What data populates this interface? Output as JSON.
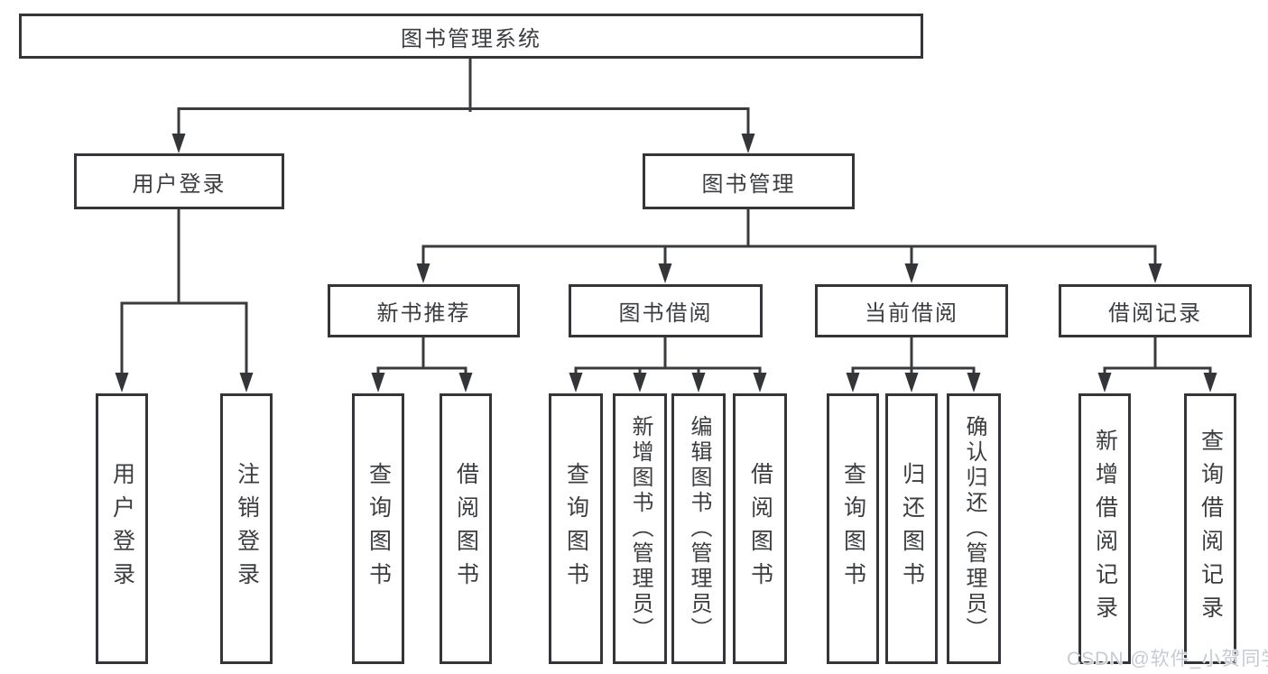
{
  "nodes": {
    "root": "图书管理系统",
    "level2": [
      "用户登录",
      "图书管理"
    ],
    "level3": [
      "新书推荐",
      "图书借阅",
      "当前借阅",
      "借阅记录"
    ],
    "leaves_user": [
      "用户登录",
      "注销登录"
    ],
    "leaves_recommend": [
      "查询图书",
      "借阅图书"
    ],
    "leaves_borrow": [
      "查询图书",
      "新增图书（管理员）",
      "编辑图书（管理员）",
      "借阅图书"
    ],
    "leaves_current": [
      "查询图书",
      "归还图书",
      "确认归还（管理员）"
    ],
    "leaves_records": [
      "新增借阅记录",
      "查询借阅记录"
    ]
  },
  "watermark": "CSDN @软件_小贺同学",
  "colors": {
    "line": "#393b3e",
    "border": "#333538",
    "text": "#3b3d40",
    "watermark": "#c6cbd3",
    "background": "#ffffff"
  }
}
